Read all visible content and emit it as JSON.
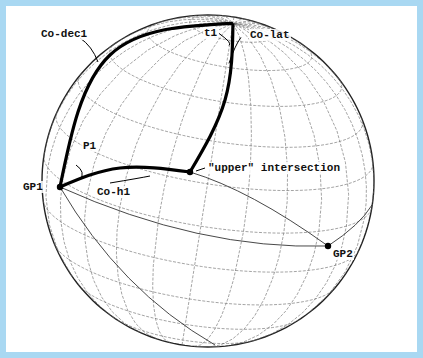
{
  "diagram": {
    "labels": [
      "Co-dec1",
      "t1",
      "Co-lat",
      "P1",
      "Co-h1",
      "\"upper\" intersection",
      "GP1",
      "GP2"
    ]
  }
}
